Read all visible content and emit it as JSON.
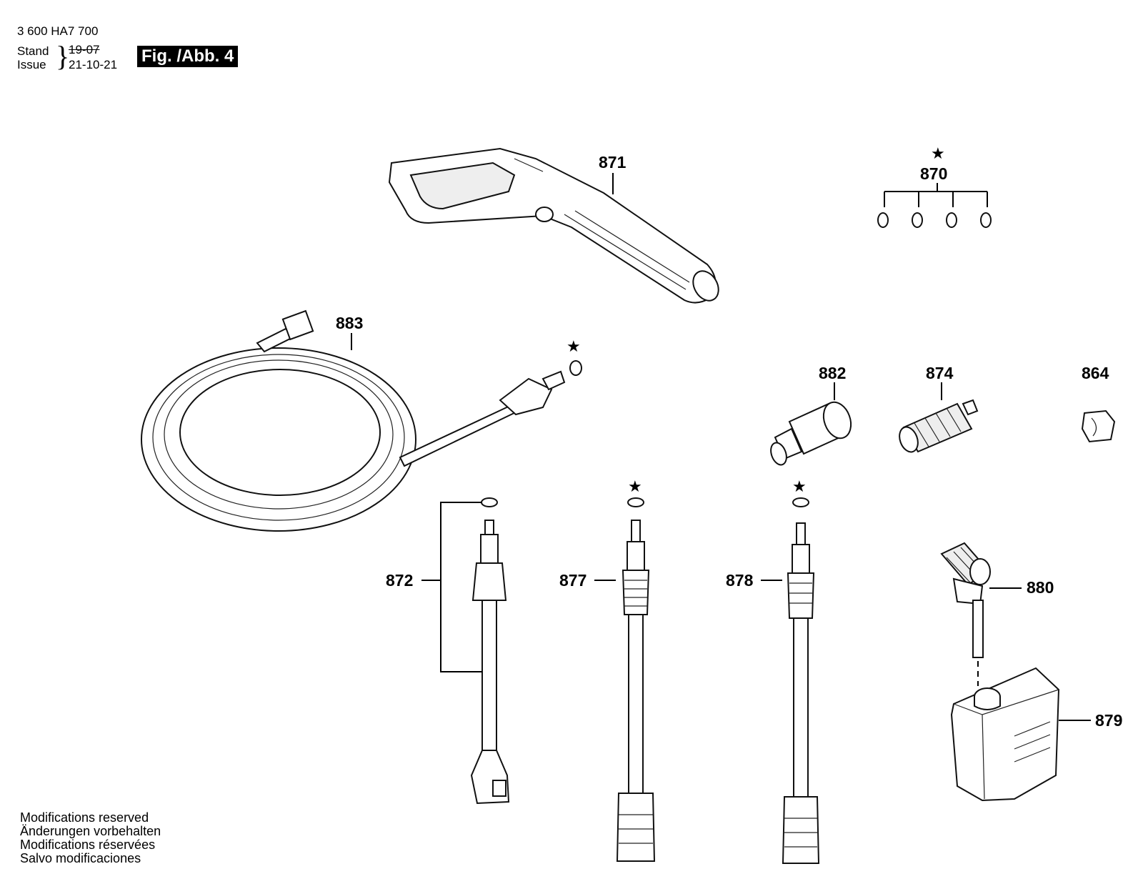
{
  "header": {
    "doc_number": "3 600 HA7 700",
    "stand_label": "Stand",
    "issue_label": "Issue",
    "old_date": "19-07",
    "new_date": "21-10-21",
    "figure_label": "Fig. /Abb. 4"
  },
  "parts": {
    "p870": "870",
    "p871": "871",
    "p883": "883",
    "p882": "882",
    "p874": "874",
    "p864": "864",
    "p872": "872",
    "p877": "877",
    "p878": "878",
    "p880": "880",
    "p879": "879"
  },
  "star_symbol": "★",
  "footer": [
    "Modifications reserved",
    "Änderungen vorbehalten",
    "Modifications réservées",
    "Salvo modificaciones"
  ]
}
